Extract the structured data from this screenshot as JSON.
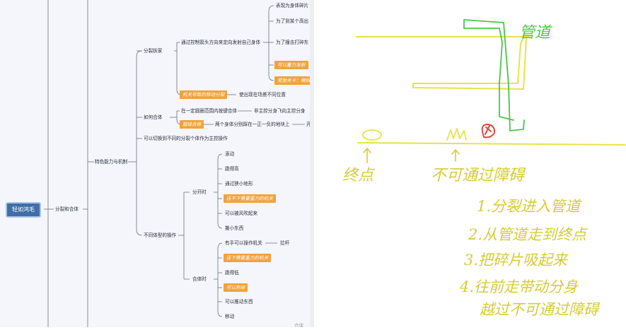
{
  "mindmap": {
    "root": "轻如鸿毛",
    "level1": "分裂和合体",
    "level2": "特色能力与机制",
    "split_disassemble": {
      "label": "分裂拆家",
      "launch": "通过控制箭头方向来定向发射自己身体",
      "launch_children": [
        "表现为身体碎片",
        "为了到某个高出",
        "为了撞击打碎东",
        "可以蓄力发射",
        "奖励关卡：模拟"
      ],
      "mechanism": "机关导致的移动分裂",
      "mechanism_child": "使出现在场景不同位置"
    },
    "merge_how": {
      "label": "如何合体",
      "press_key": "在一定圆圈范围内按键合体",
      "press_key_child": "非主控分身飞向主控分身",
      "auto_merge": "超级合体",
      "auto_merge_child": "两个身体分别踩在一正一负的地块上",
      "auto_merge_tail": "开"
    },
    "switch_body": "可以切换到不同的分裂个体作为主控操作",
    "different_ops": {
      "label": "不同体型的操作",
      "split_state": "分开时",
      "split_items": [
        "滚动",
        "跳得高",
        "通过狭小地形",
        "压不下需要重力的机关",
        "可以被风吹起来",
        "搬小东西"
      ],
      "merge_state": "合体时",
      "merge_items": [
        "有手可以操作机关",
        "压下需要重力的机关",
        "跳得低",
        "可以刺穿",
        "可以推动东西",
        "移动"
      ],
      "lever": "拉杆",
      "bottom_cut": "合体"
    }
  },
  "sketch": {
    "pipe_label": "管道",
    "start_label": "终点",
    "obstacle_label": "不可通过障碍",
    "notes": [
      "1.分裂进入管道",
      "2.从管道走到终点",
      "3.把碎片吸起来",
      "4.往前走带动分身",
      "越过不可通过障碍"
    ],
    "colors": {
      "yellow": "#e8e24a",
      "green": "#49c648",
      "red": "#e0463c",
      "marker": "#d6cb34"
    }
  }
}
